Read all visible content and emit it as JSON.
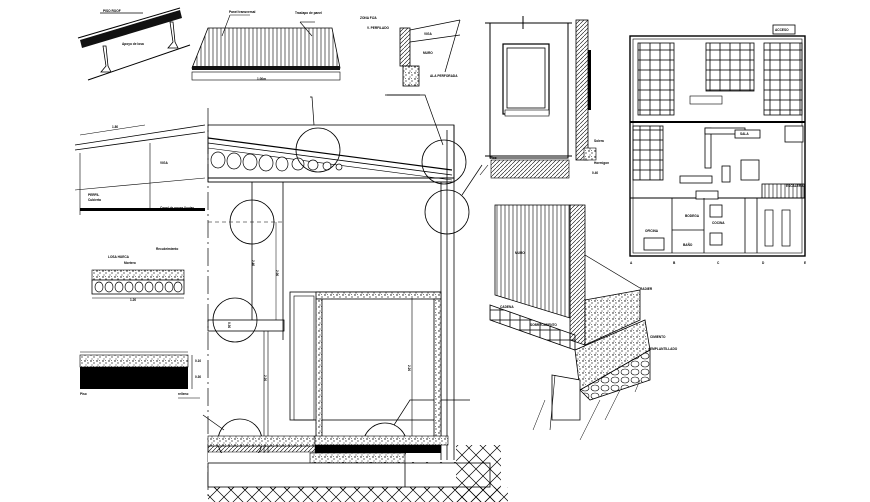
{
  "sheet": {
    "type": "architectural construction detail sheet",
    "background": "#ffffff",
    "line_color": "#000000"
  },
  "details": {
    "roof_slope_detail": {
      "label_top": "PISO ROOF",
      "label_mid": "Apoyo de losa"
    },
    "corrugated_panel": {
      "label_left": "Panel transversal",
      "label_right": "Traslapo de panel",
      "dim": "1.00m"
    },
    "parapet_detail": {
      "label_1": "ZONA FIJA",
      "label_2": "V. PERFILADO",
      "label_3": "VIGA",
      "label_4": "MURO",
      "label_5": "ALA PERFORADA"
    },
    "window_elevation": {
      "label_base": "Piso",
      "label_right_1": "Solera",
      "label_right_2": "Hormigon",
      "dim": "0.40"
    },
    "roof_section": {
      "dim": "1.80",
      "label_roof": "VIGA",
      "label_note_1": "PERFIL",
      "label_note_2": "Cubierta",
      "label_bottom": "Canal de aguas lluvias"
    },
    "slab_detail": {
      "label_1": "LOSA HUECA",
      "label_2": "Mortero",
      "label_3": "Recubrimiento",
      "dim": "1.20"
    },
    "floor_fill_detail": {
      "dim_1": "0.10",
      "dim_2": "0.30",
      "label_left": "Piso",
      "label_right": "relleno"
    },
    "main_section": {
      "dim_vertical_1": "2.40",
      "dim_vertical_2": "2.00",
      "dim_vertical_3": "2.20",
      "dim_vertical_4": "2.20",
      "dim_beam": "0.30"
    },
    "isometric_foundation": {
      "label_wall": "MURO",
      "label_1": "CADENA",
      "label_2": "SOBRECIMIENTO",
      "label_3": "RADIER",
      "label_4": "CIMIENTO",
      "label_5": "EMPLANTILLADO"
    },
    "floor_plan": {
      "title_box": "ACCESO",
      "axis_labels": [
        "A",
        "B",
        "C",
        "D",
        "E"
      ],
      "rooms": [
        "SALA",
        "OFICINA",
        "BODEGA",
        "BAÑO",
        "COCINA",
        "ESCALERA"
      ]
    }
  }
}
